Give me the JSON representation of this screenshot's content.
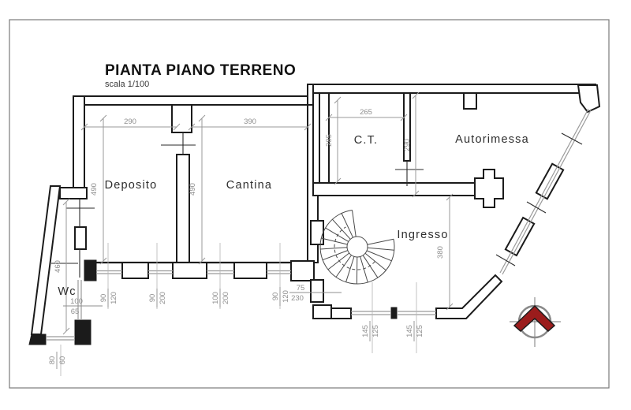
{
  "page": {
    "title": "PIANTA PIANO TERRENO",
    "subtitle": "scala 1/100"
  },
  "rooms": {
    "deposito": "Deposito",
    "cantina": "Cantina",
    "ct": "C.T.",
    "autorimessa": "Autorimessa",
    "ingresso": "Ingresso",
    "wc": "Wc"
  },
  "dims": {
    "deposito_w": "290",
    "cantina_w": "390",
    "deposito_h": "490",
    "cantina_h": "490",
    "ct_w": "265",
    "ct_h": "285",
    "ct_auto_wall": "290",
    "ingresso_h": "380",
    "wc_h": "460",
    "wc_win_w": "100",
    "wc_win_h": "65",
    "wc_bwin_w": "80",
    "wc_bwin_h": "60",
    "win1_w": "90",
    "win1_h": "120",
    "win2_w": "90",
    "win2_h": "200",
    "win3_w": "100",
    "win3_h": "200",
    "win4_w": "90",
    "win4_h": "120",
    "door_w": "75",
    "door_h": "230",
    "ing_win1_w": "145",
    "ing_win1_h": "125",
    "ing_win2_w": "145",
    "ing_win2_h": "125"
  },
  "colors": {
    "wall": "#1b1b1b",
    "dimension": "#8f8f8f",
    "north_arrow": "#9b1c1c"
  },
  "icons": {
    "compass": "north-arrow-icon"
  }
}
